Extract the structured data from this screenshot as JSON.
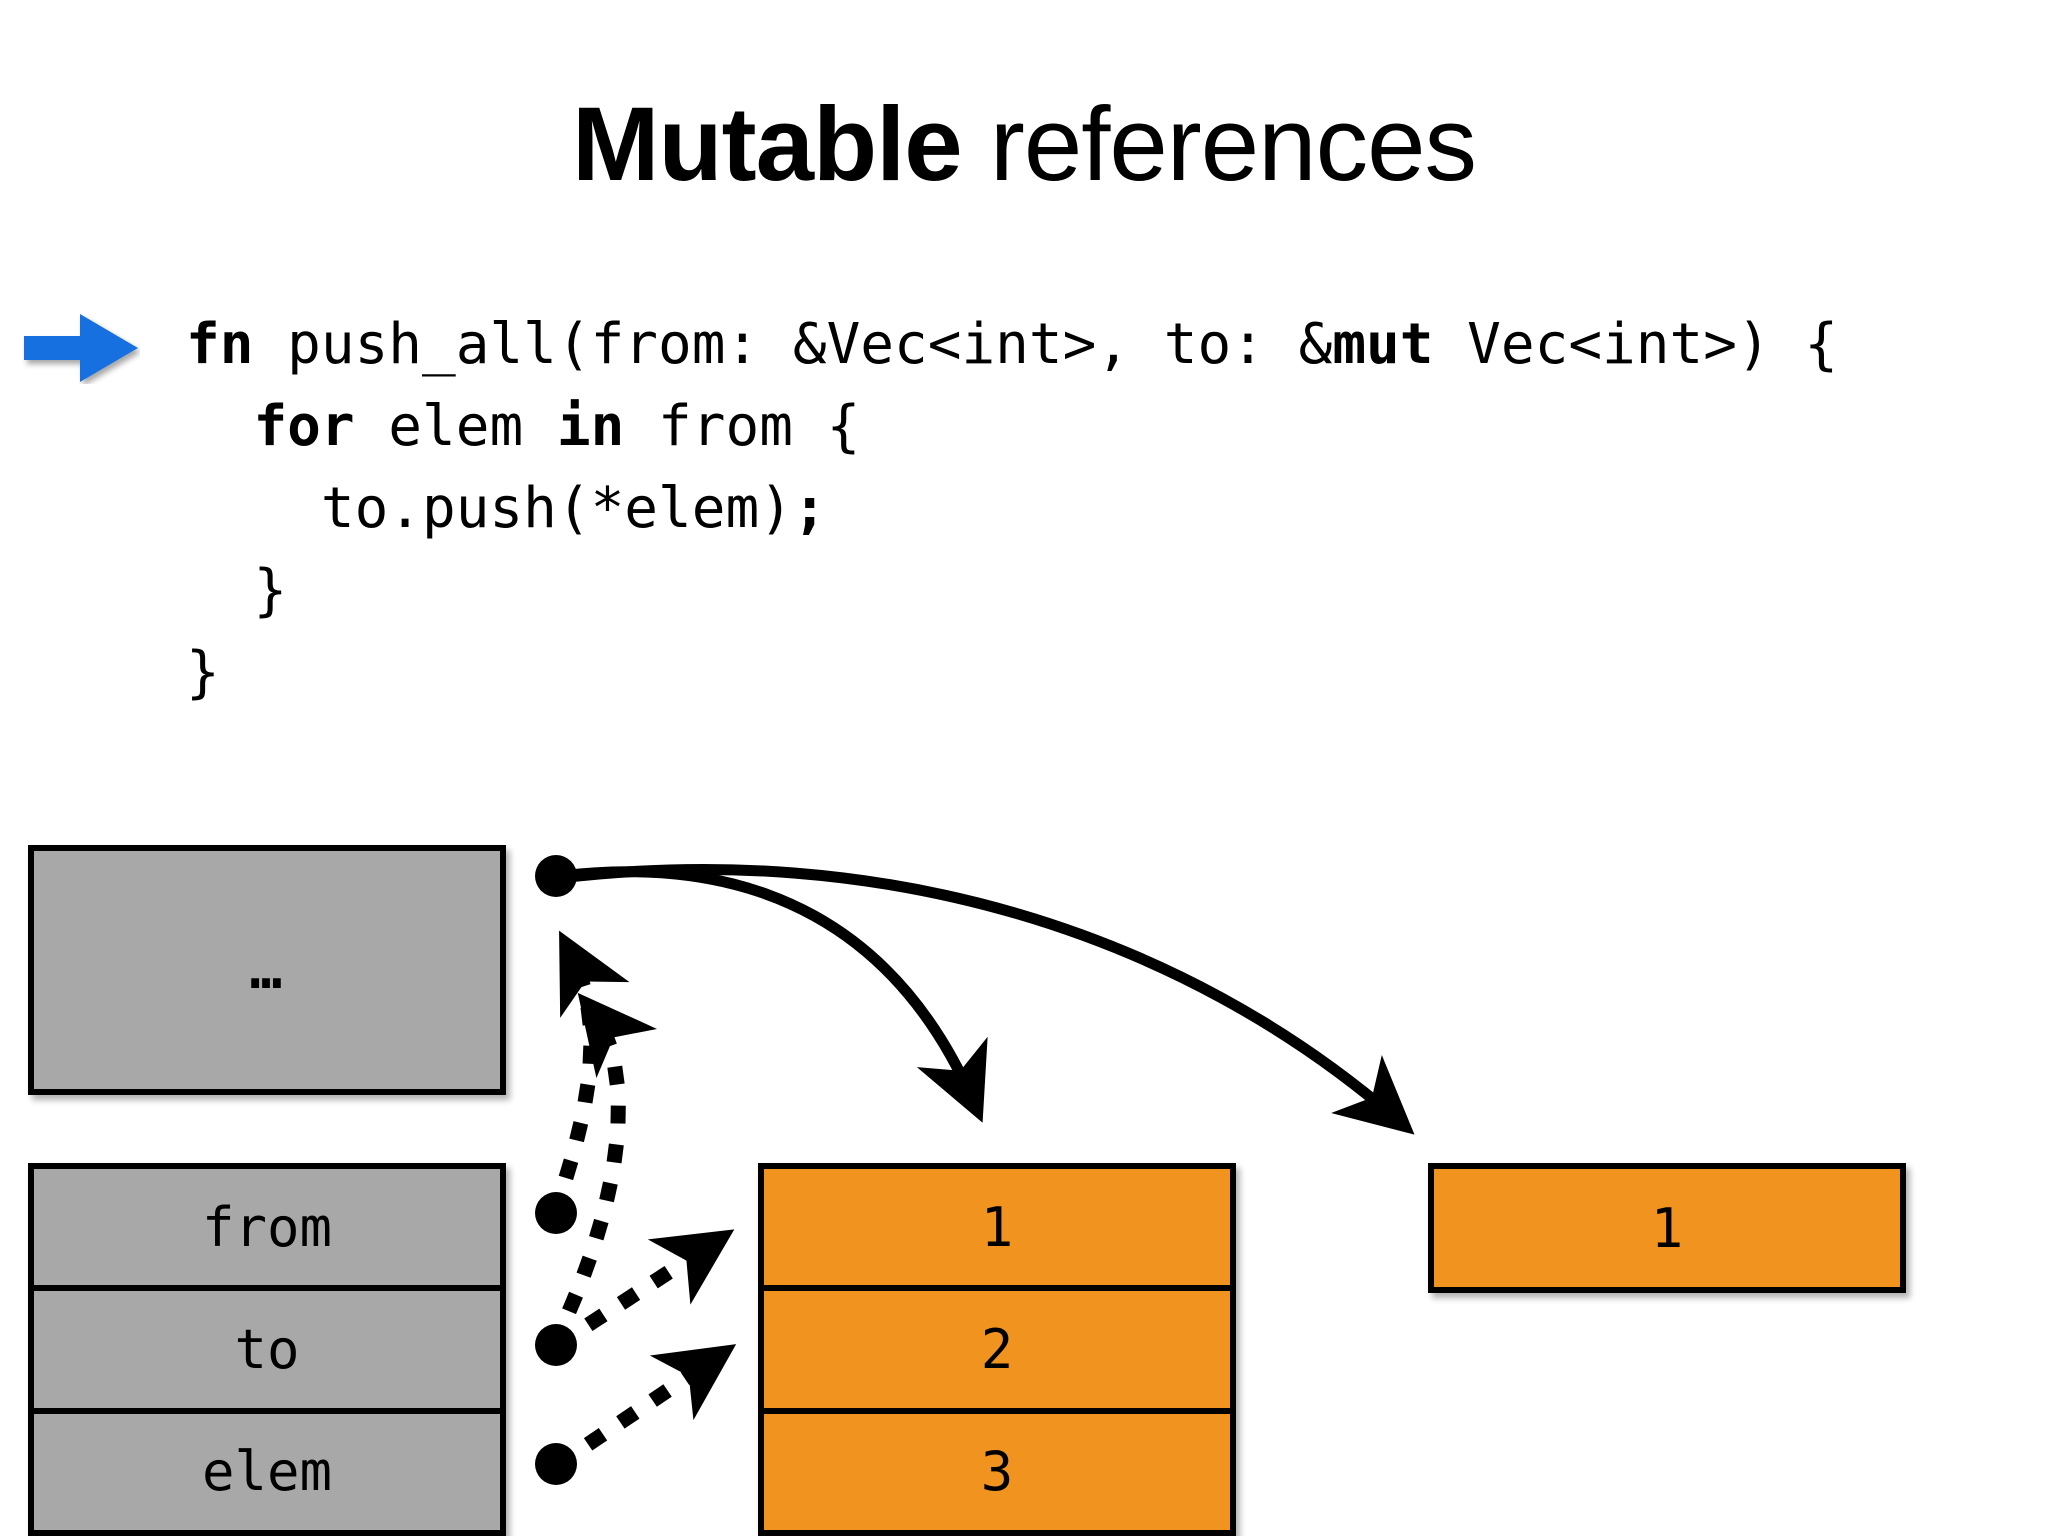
{
  "slide": {
    "title_strong": "Mutable",
    "title_light": " references",
    "background_color": "#ffffff"
  },
  "pointer": {
    "icon": "right-arrow-icon",
    "color": "#1570e0",
    "points_to_line": 1
  },
  "code": {
    "language": "rust",
    "font": "monospace",
    "lines": [
      {
        "indent": 0,
        "tokens": [
          {
            "text": "fn",
            "bold": true
          },
          {
            "text": " push_all(from: &Vec<int>, to: &",
            "bold": false
          },
          {
            "text": "mut",
            "bold": true
          },
          {
            "text": " Vec<int>) {",
            "bold": false
          }
        ]
      },
      {
        "indent": 1,
        "tokens": [
          {
            "text": "for",
            "bold": true
          },
          {
            "text": " elem ",
            "bold": false
          },
          {
            "text": "in",
            "bold": true
          },
          {
            "text": " from {",
            "bold": false
          }
        ]
      },
      {
        "indent": 2,
        "tokens": [
          {
            "text": "to.push(*elem)",
            "bold": false
          },
          {
            "text": ";",
            "bold": true
          }
        ]
      },
      {
        "indent": 1,
        "tokens": [
          {
            "text": "}",
            "bold": false
          }
        ]
      },
      {
        "indent": 0,
        "tokens": [
          {
            "text": "}",
            "bold": false
          }
        ]
      }
    ]
  },
  "diagram": {
    "heap_ellipsis_box": {
      "label": "heap-region-ellipsis",
      "color": "#a8a8a8",
      "cells": [
        "…"
      ]
    },
    "stack_frame_box": {
      "label": "stack-frame",
      "color": "#a8a8a8",
      "cells": [
        "from",
        "to",
        "elem"
      ]
    },
    "vec_from_box": {
      "label": "vector-from-contents",
      "color": "#f0931f",
      "cells": [
        "1",
        "2",
        "3"
      ]
    },
    "vec_to_box": {
      "label": "vector-to-contents",
      "color": "#f0931f",
      "cells": [
        "1"
      ]
    },
    "pointers": [
      {
        "from": "heap-region-ellipsis",
        "to": "vector-from-contents",
        "style": "solid"
      },
      {
        "from": "heap-region-ellipsis",
        "to": "vector-to-contents",
        "style": "solid"
      },
      {
        "from": "from",
        "to": "heap-region-ellipsis",
        "style": "dotted"
      },
      {
        "from": "to",
        "to": "heap-region-ellipsis",
        "style": "dotted"
      },
      {
        "from": "to",
        "to": "vector-from-contents",
        "style": "dotted"
      },
      {
        "from": "elem",
        "to": "vector-from-contents",
        "style": "dotted"
      }
    ],
    "colors": {
      "gray": "#a8a8a8",
      "orange": "#f0931f",
      "stroke": "#000000"
    }
  }
}
